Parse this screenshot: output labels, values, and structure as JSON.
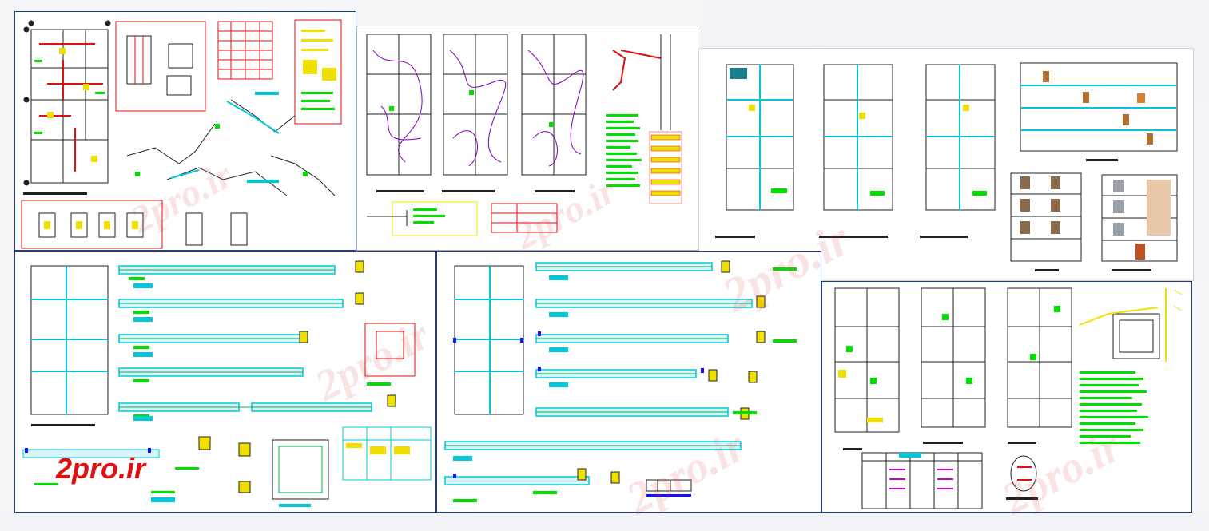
{
  "logo": {
    "text": "2pro.ir"
  },
  "watermark": {
    "text": "2pro.ir"
  },
  "colors": {
    "frame": "#1f3d8a",
    "wall": "#202020",
    "beam": "#00c8d8",
    "rebar": "#00b050",
    "annotation": "#00e000",
    "accent_red": "#e11010",
    "accent_yellow": "#f0e000",
    "wire": "#8000c0",
    "mark_blue": "#1010ff",
    "paper": "#ffffff",
    "bg_tint": "#f3f4f7"
  },
  "sheets": [
    {
      "name": "foundation-sheet",
      "content": "foundation plan, footing details, schedules"
    },
    {
      "name": "electrical-sheet",
      "content": "three electrical floor plans, riser, schedules"
    },
    {
      "name": "architectural-sheet",
      "content": "floor plans, section, facades"
    },
    {
      "name": "beam-sheet-1",
      "content": "beam plan and reinforcement details"
    },
    {
      "name": "beam-sheet-2",
      "content": "beam plan and reinforcement details"
    },
    {
      "name": "plumbing-sheet",
      "content": "plumbing plans, tank detail, notes"
    }
  ]
}
